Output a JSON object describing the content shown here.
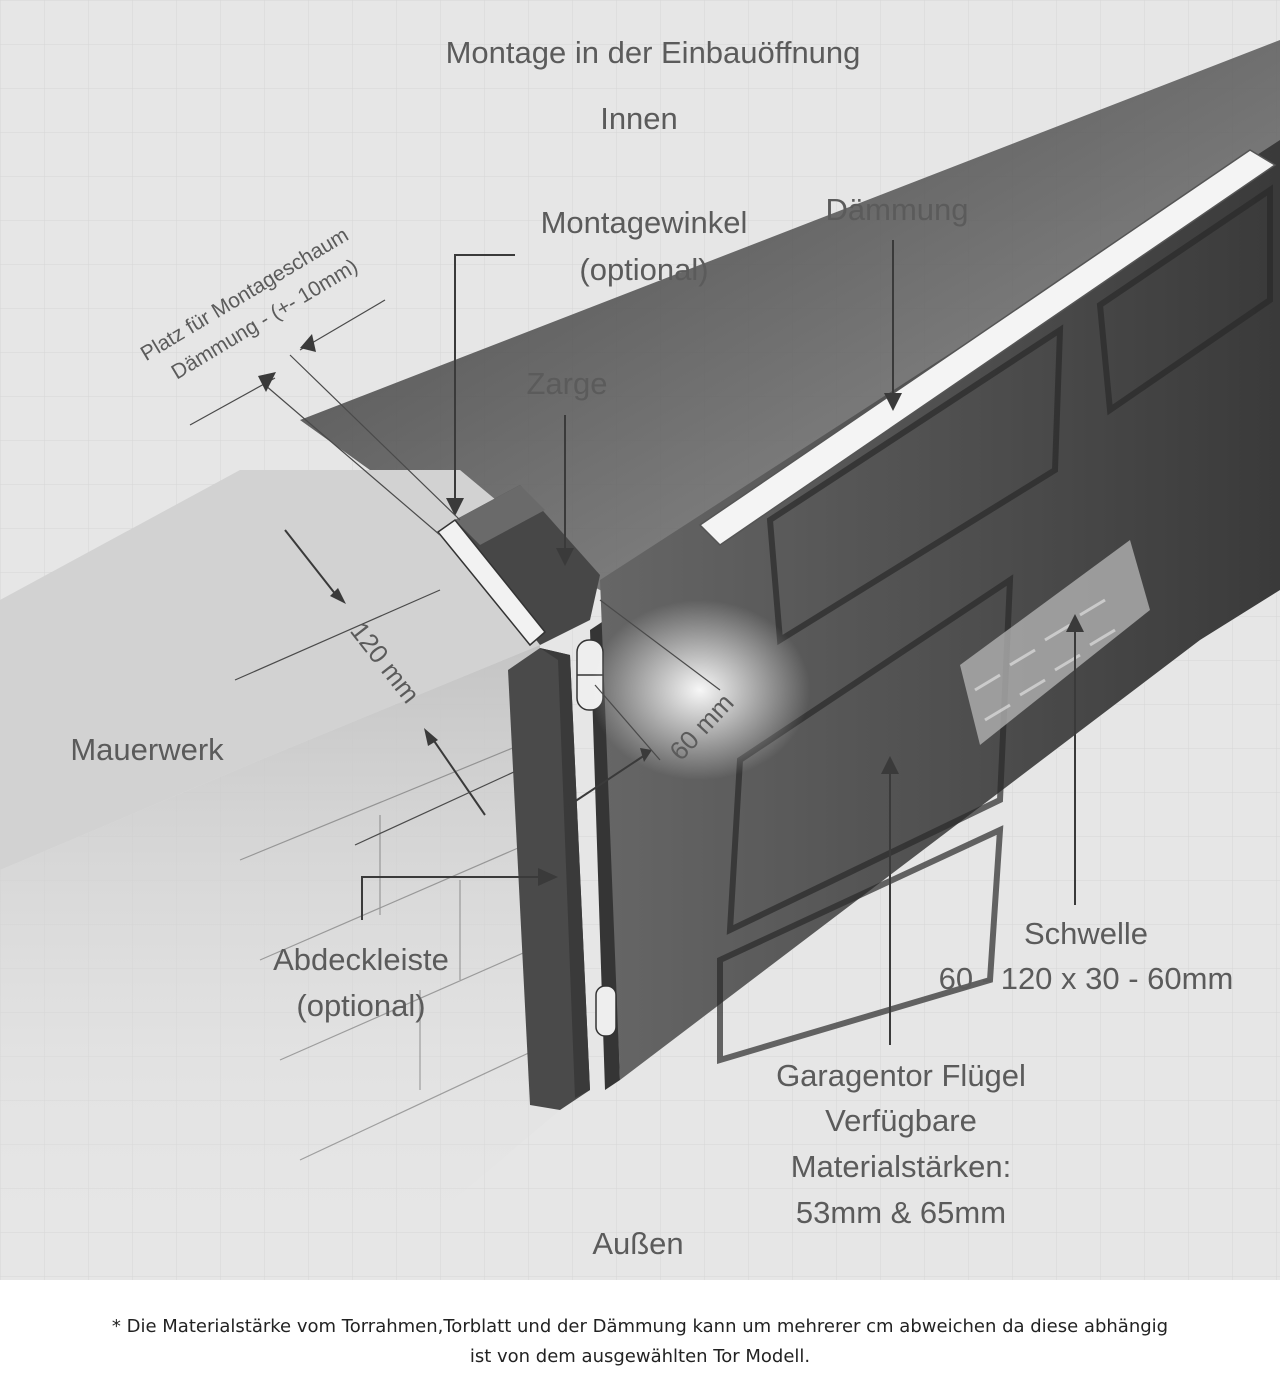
{
  "labels": {
    "title": "Montage in der Einbauöffnung",
    "inside": "Innen",
    "mounting_bracket": [
      "Montagewinkel",
      "(optional)"
    ],
    "insulation": "Dämmung",
    "frame": "Zarge",
    "foam_space": [
      "Platz für Montageschaum",
      "Dämmung - (+- 10mm)"
    ],
    "wall_depth": "120 mm",
    "masonry": "Mauerwerk",
    "frame_depth": "60 mm",
    "cover_strip": [
      "Abdeckleiste",
      "(optional)"
    ],
    "threshold": [
      "Schwelle",
      "60 - 120 x 30 - 60mm"
    ],
    "door_leaf": [
      "Garagentor Flügel",
      "Verfügbare",
      "Materialstärken:",
      "53mm & 65mm"
    ],
    "outside": "Außen"
  },
  "footnote": {
    "line1": "* Die Materialstärke vom Torrahmen,Torblatt und der Dämmung kann um mehrerer cm abweichen da diese abhängig",
    "line2": "ist von dem ausgewählten Tor Modell."
  },
  "colors": {
    "background": "#e6e6e6",
    "door": "#5a5a5a",
    "door_dark": "#3c3c3c",
    "wall": "#cfcfcf",
    "text": "#5b5b5b",
    "footnote_text": "#222222"
  }
}
